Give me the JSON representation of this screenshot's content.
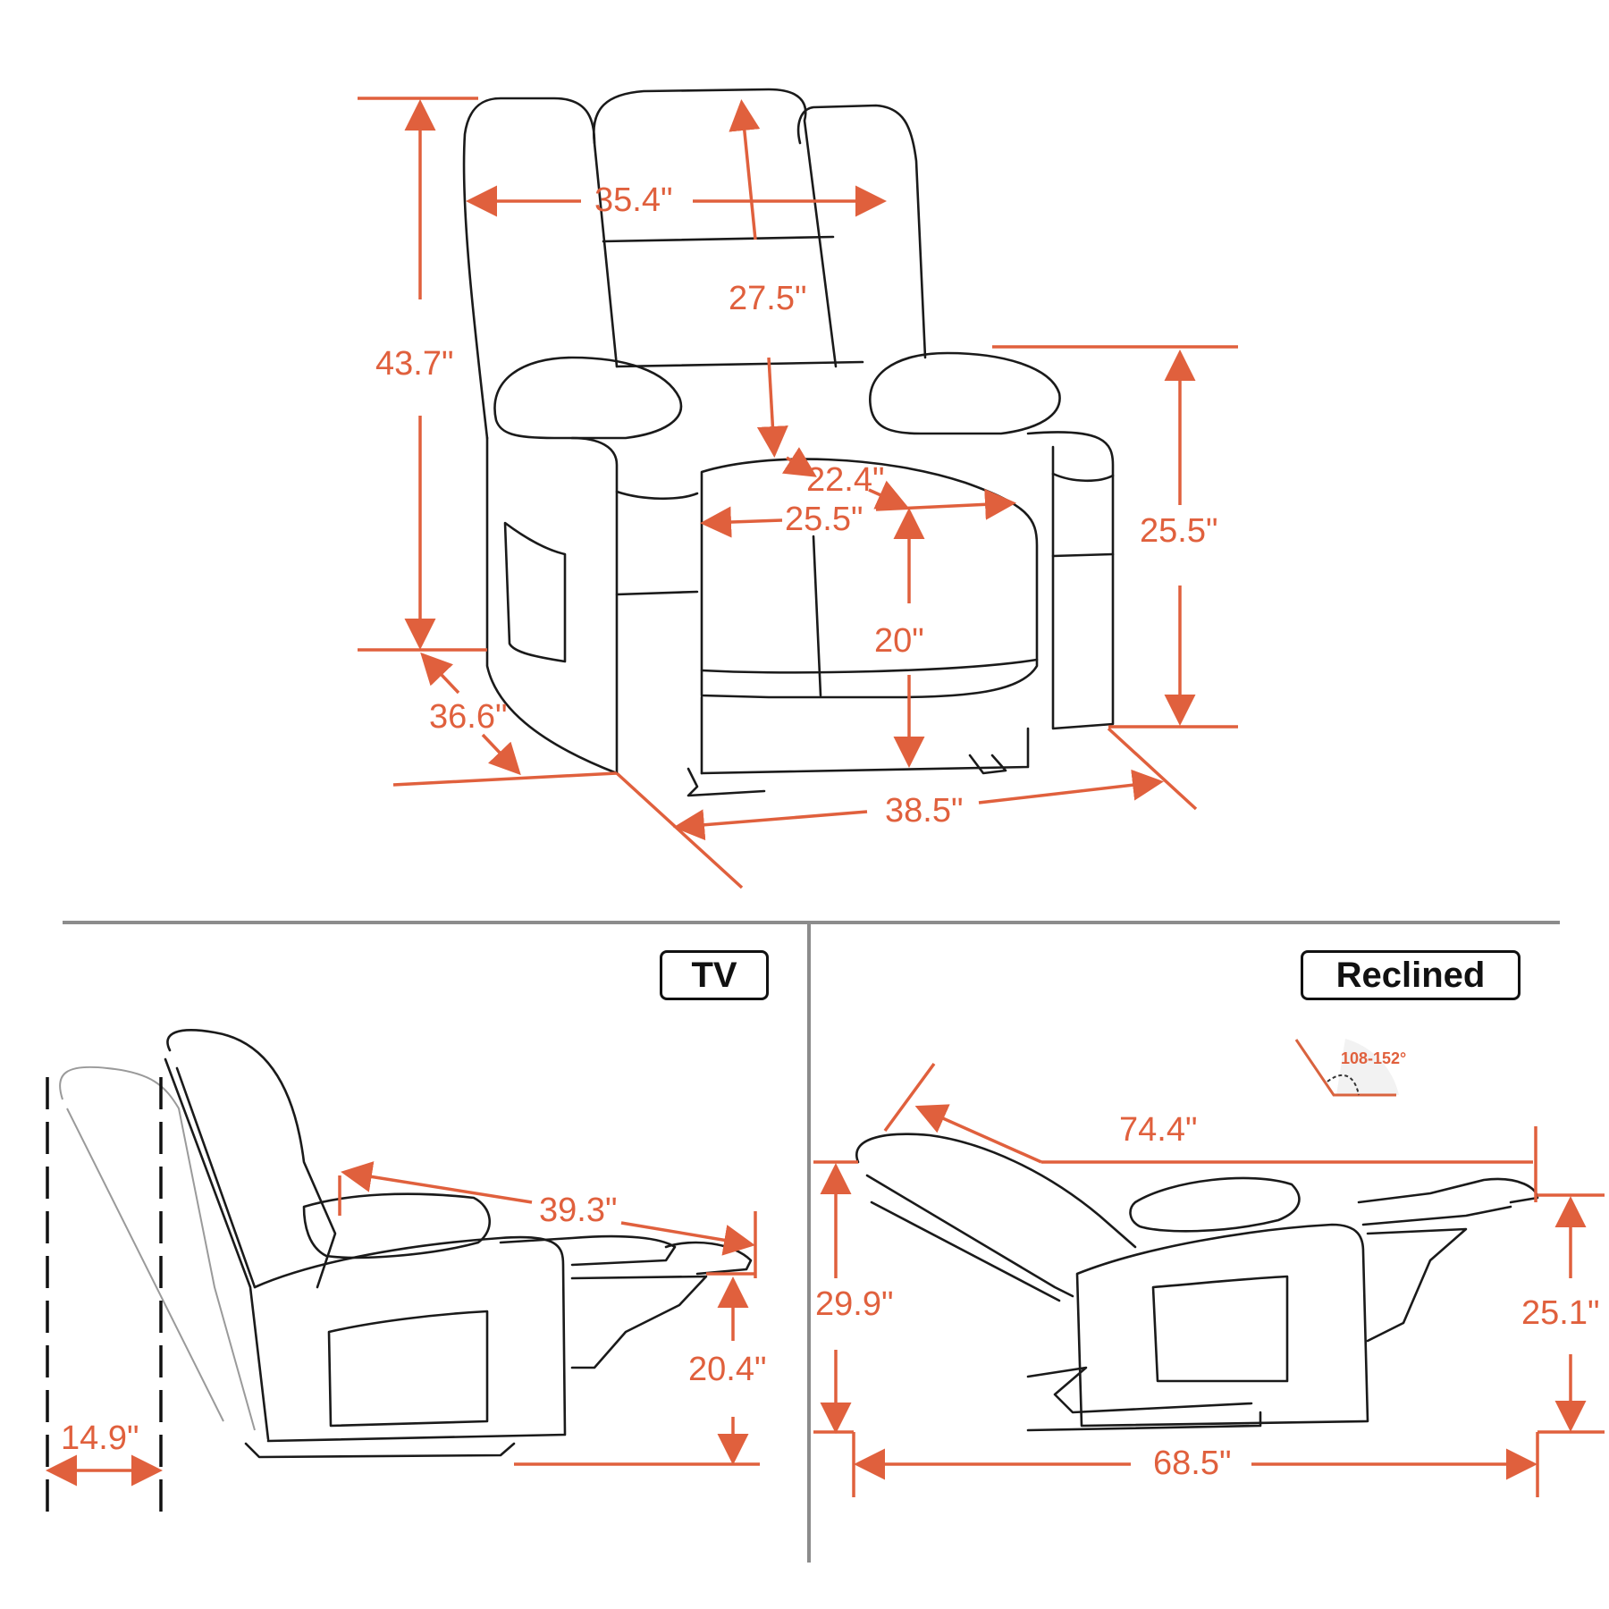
{
  "front_view": {
    "dimensions": {
      "overall_height": "43.7\"",
      "overall_width": "35.4\"",
      "backrest_height": "27.5\"",
      "seat_depth": "22.4\"",
      "seat_width": "25.5\"",
      "seat_height": "20\"",
      "arm_height": "25.5\"",
      "depth": "36.6\"",
      "width_base": "38.5\""
    }
  },
  "tv_view": {
    "badge": "TV",
    "dimensions": {
      "wall_clearance": "14.9\"",
      "length": "39.3\"",
      "footrest_height": "20.4\""
    }
  },
  "reclined_view": {
    "badge": "Reclined",
    "angle": "108-152°",
    "dimensions": {
      "length_diagonal": "74.4\"",
      "height": "29.9\"",
      "footrest_height": "25.1\"",
      "floor_length": "68.5\""
    }
  },
  "colors": {
    "dimension": "#e0603d",
    "outline": "#1a1a1a",
    "divider": "#8c8c8c"
  }
}
